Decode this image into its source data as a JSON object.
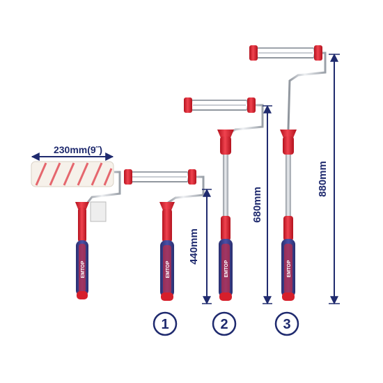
{
  "brand": "EMTOP",
  "colors": {
    "dimension_blue": "#1f2a6e",
    "handle_red": "#e52330",
    "grip_purple": "#3a3f8f",
    "frame_silver": "#c8ccd2"
  },
  "items": [
    {
      "dimension": "230mm(9˝)",
      "number": ""
    },
    {
      "dimension": "440mm",
      "number": "1"
    },
    {
      "dimension": "680mm",
      "number": "2"
    },
    {
      "dimension": "880mm",
      "number": "3"
    }
  ]
}
